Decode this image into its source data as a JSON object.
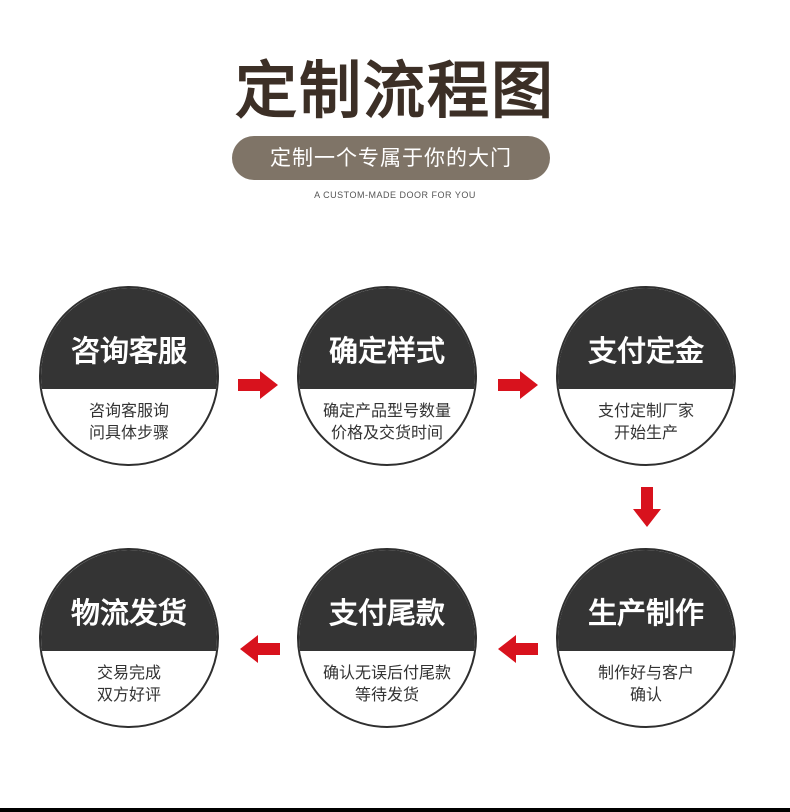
{
  "header": {
    "title": "定制流程图",
    "pill": "定制一个专属于你的大门",
    "subtitle": "A CUSTOM-MADE DOOR FOR YOU"
  },
  "colors": {
    "circle_dark": "#343434",
    "arrow_red": "#d8121d",
    "pill_bg": "#7f7467",
    "title": "#3c2f26"
  },
  "steps": [
    {
      "name": "咨询客服",
      "desc": [
        "咨询客服询",
        "问具体步骤"
      ]
    },
    {
      "name": "确定样式",
      "desc": [
        "确定产品型号数量",
        "价格及交货时间"
      ]
    },
    {
      "name": "支付定金",
      "desc": [
        "支付定制厂家",
        "开始生产"
      ]
    },
    {
      "name": "生产制作",
      "desc": [
        "制作好与客户",
        "确认"
      ]
    },
    {
      "name": "支付尾款",
      "desc": [
        "确认无误后付尾款",
        "等待发货"
      ]
    },
    {
      "name": "物流发货",
      "desc": [
        "交易完成",
        "双方好评"
      ]
    }
  ],
  "arrows": [
    {
      "icon": "arrow-right-icon"
    },
    {
      "icon": "arrow-right-icon"
    },
    {
      "icon": "arrow-down-icon"
    },
    {
      "icon": "arrow-left-icon"
    },
    {
      "icon": "arrow-left-icon"
    }
  ]
}
